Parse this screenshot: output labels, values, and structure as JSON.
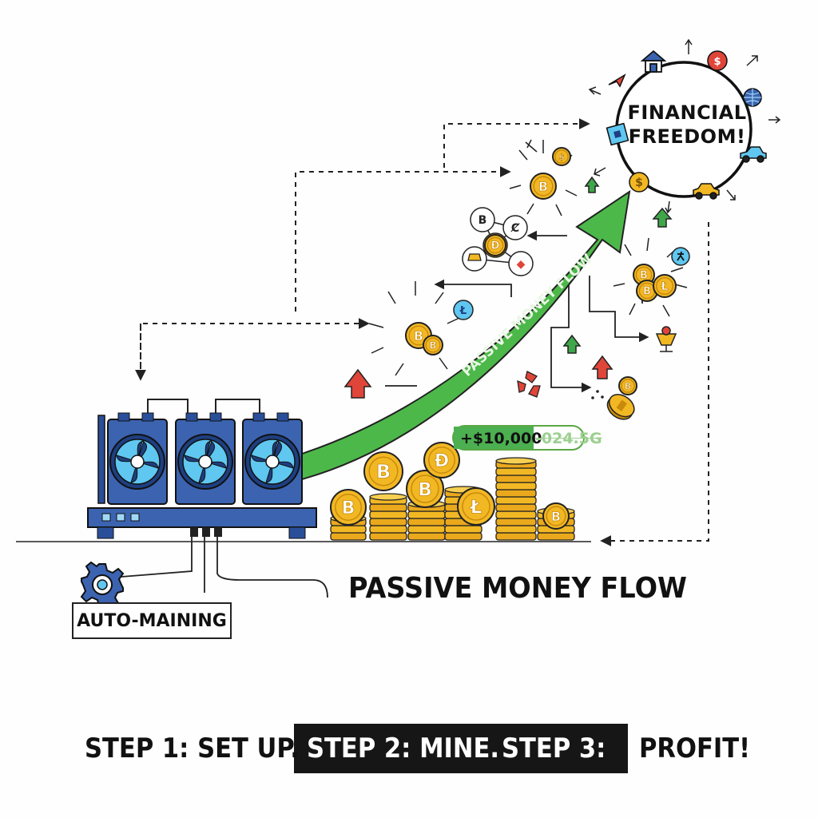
{
  "freedom": {
    "line1": "FINANCIAL",
    "line2": "FREEDOM!"
  },
  "arrow_label": "PASSIVE MONEY FLOW",
  "flow_title": "PASSIVE MONEY FLOW",
  "auto_mining_label": "AUTO-MAINING",
  "counter": {
    "value": "+$10,000",
    "ghost": "-024.5G"
  },
  "steps": {
    "step1": "STEP 1: SET UP.",
    "step2": "STEP 2: MINE.",
    "step3": "STEP 3:",
    "step4": "PROFIT!"
  },
  "coin_glyphs": {
    "bitcoin": "B",
    "litecoin": "Ł",
    "dollar": "$",
    "ethereum": "◆",
    "dogecoin": "Ð"
  },
  "colors": {
    "gold": "#f2b824",
    "gold_dark": "#c98a0c",
    "miner_blue": "#3b63b0",
    "fan_blue": "#5fc7f0",
    "arrow_green": "#4db84a",
    "up_arrow_red": "#e0453a",
    "up_arrow_green": "#3fa64a",
    "ink": "#111111"
  }
}
